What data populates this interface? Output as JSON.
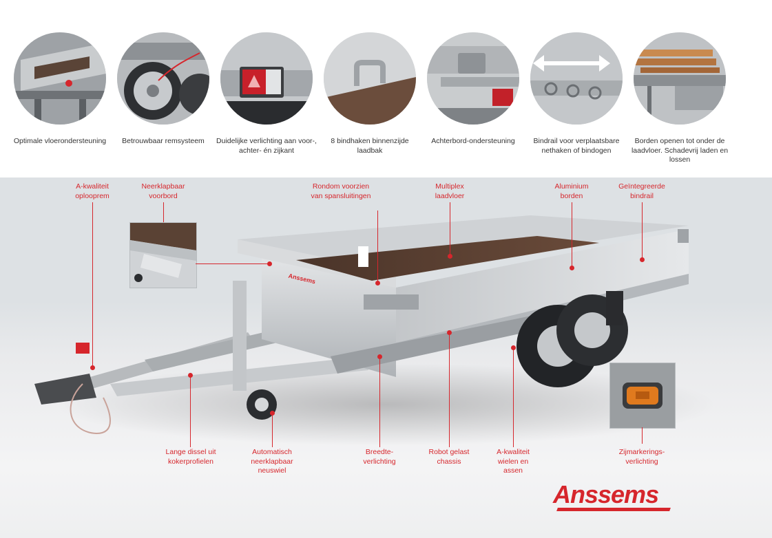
{
  "features": [
    {
      "caption": "Optimale vloerondersteuning",
      "icon": "floor-support-photo"
    },
    {
      "caption": "Betrouwbaar remsysteem",
      "icon": "brake-system-photo"
    },
    {
      "caption": "Duidelijke verlichting aan voor-, achter- én zijkant",
      "icon": "tail-light-photo"
    },
    {
      "caption": "8 bindhaken binnenzijde laadbak",
      "icon": "tie-hook-photo"
    },
    {
      "caption": "Achterbord-ondersteuning",
      "icon": "tailboard-support-photo"
    },
    {
      "caption": "Bindrail voor verplaatsbare nethaken of bindogen",
      "icon": "tie-rail-photo"
    },
    {
      "caption": "Borden openen tot onder de laadvloer. Schadevrij laden en lossen",
      "icon": "open-boards-photo"
    }
  ],
  "callouts": {
    "a_kwaliteit_oplooprem": "A-kwaliteit oplooprem",
    "neerklapbaar_voorbord": "Neerklapbaar voorbord",
    "rondom_spansluitingen": "Rondom voorzien van spansluitingen",
    "multiplex_laadvloer": "Multiplex laadvloer",
    "aluminium_borden": "Aluminium borden",
    "geintegreerde_bindrail": "Geïntegreerde bindrail",
    "lange_dissel": "Lange dissel uit kokerprofielen",
    "neuswiel": "Automatisch neerklapbaar neuswiel",
    "breedteverlichting": "Breedte-verlichting",
    "robot_chassis": "Robot gelast chassis",
    "wielen_assen": "A-kwaliteit wielen en assen",
    "zijmarkering": "Zijmarkerings-verlichting"
  },
  "brand": {
    "logo_text": "Anssems",
    "side_label": "Anssems",
    "accent_color": "#d6262c"
  }
}
